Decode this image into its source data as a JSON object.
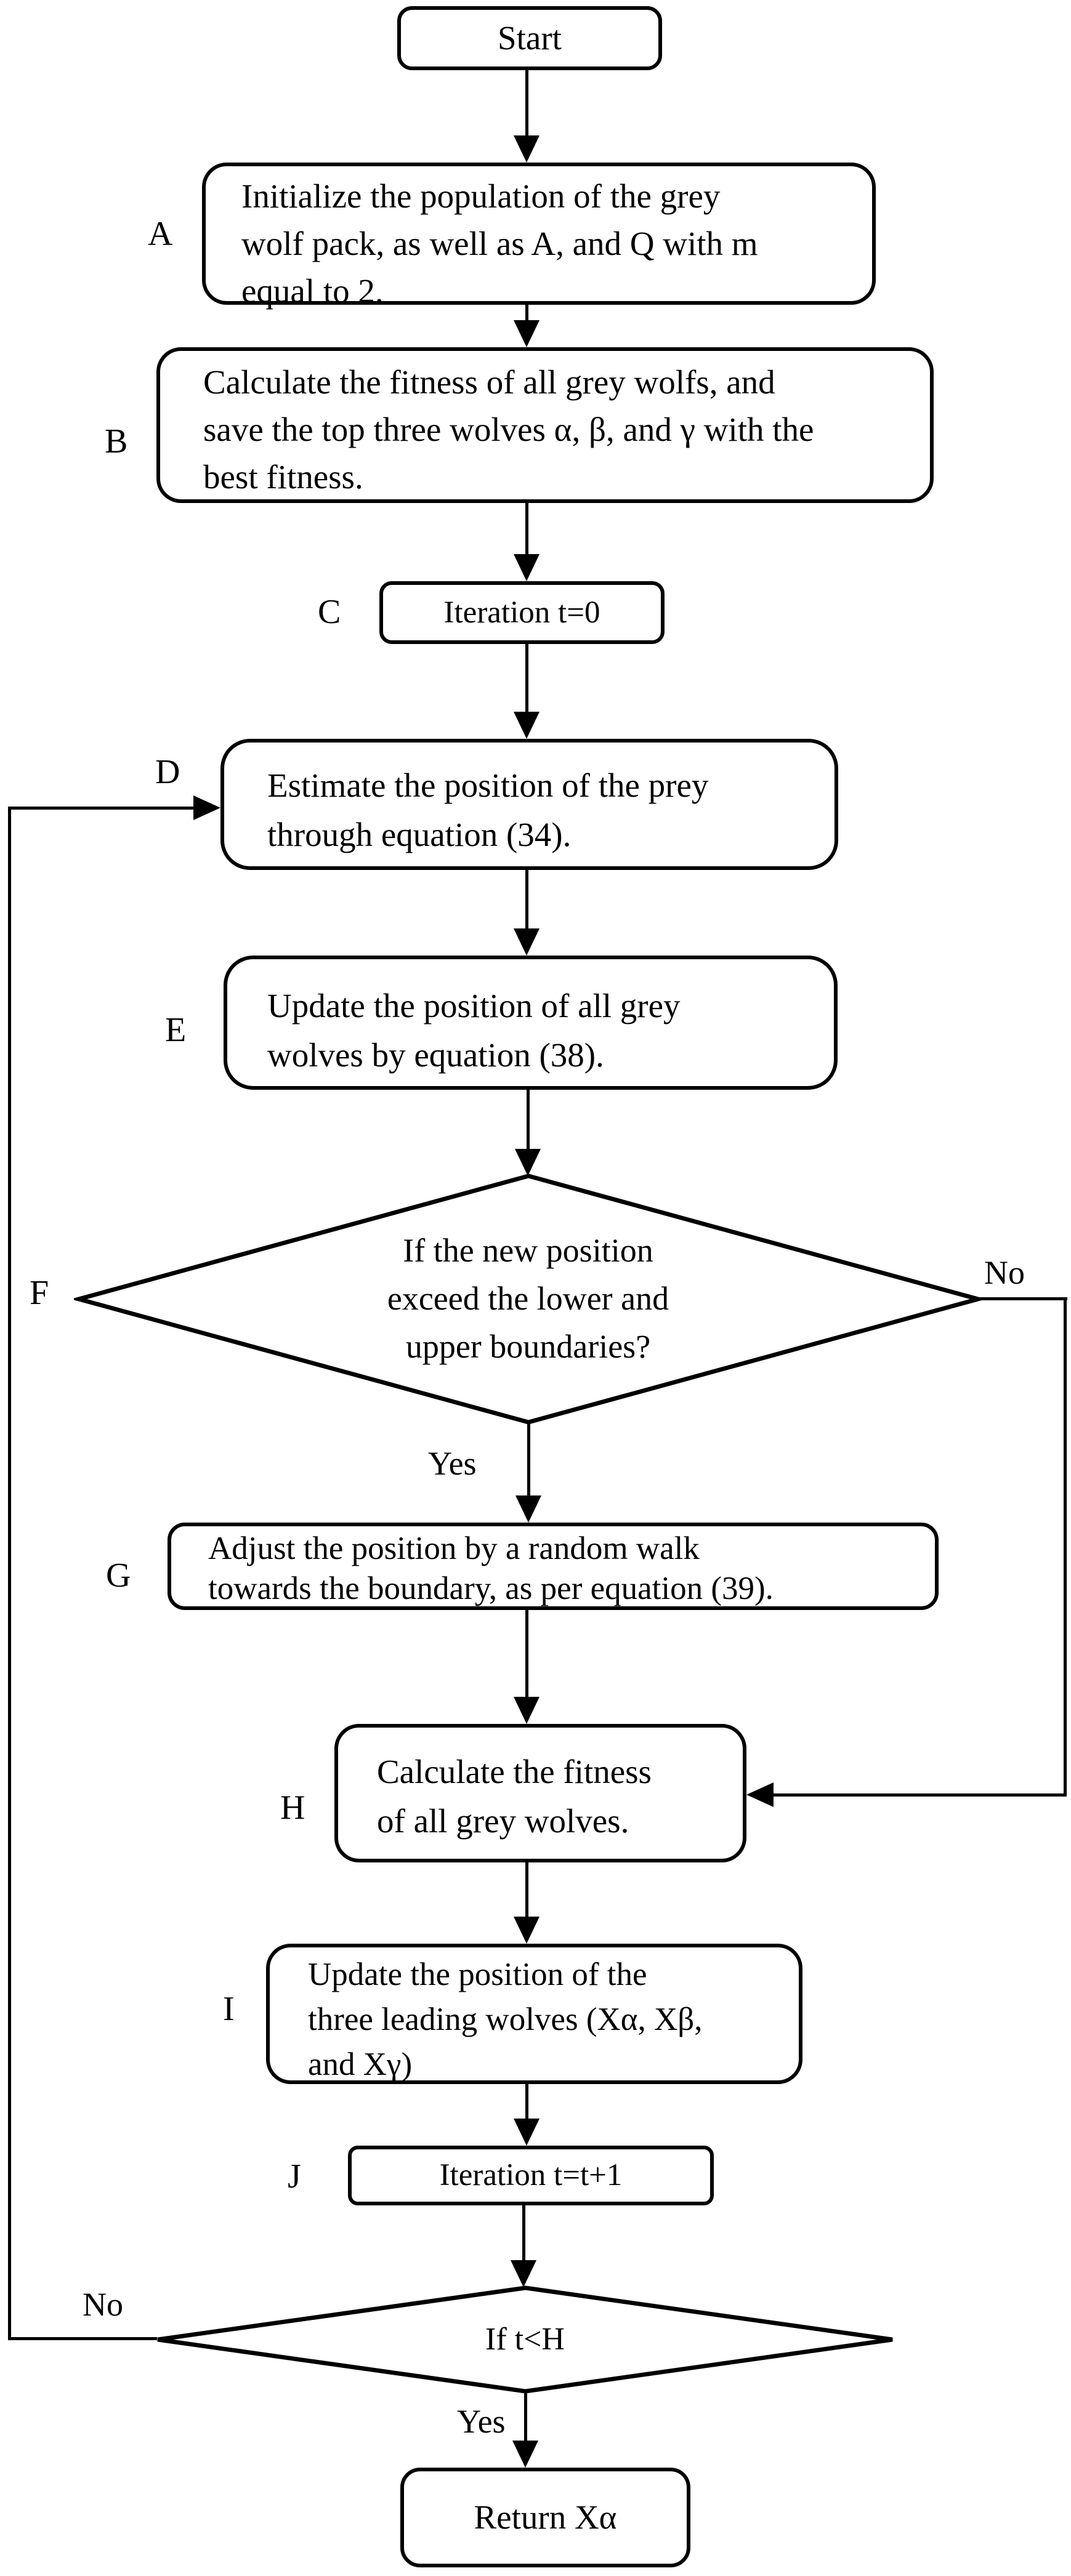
{
  "diagram": {
    "type": "flowchart",
    "algorithm": "Grey wolf optimization loop"
  },
  "nodes": {
    "start": {
      "text": "Start"
    },
    "A": {
      "letter": "A",
      "text": "Initialize the population of the grey\nwolf pack, as well as A, and Q with m\nequal to 2."
    },
    "B": {
      "letter": "B",
      "text": "Calculate the fitness of all grey wolfs, and\nsave the top three wolves α, β, and γ with the\nbest fitness."
    },
    "C": {
      "letter": "C",
      "text": "Iteration t=0"
    },
    "D": {
      "letter": "D",
      "text": "Estimate the position of the prey\nthrough equation (34)."
    },
    "E": {
      "letter": "E",
      "text": "Update the position of all grey\nwolves by equation (38)."
    },
    "F": {
      "letter": "F",
      "text": "If the new position\nexceed the lower and\nupper boundaries?"
    },
    "G": {
      "letter": "G",
      "text": "Adjust the position by a random walk\ntowards the boundary, as per equation (39)."
    },
    "H": {
      "letter": "H",
      "text": "Calculate the fitness\nof all grey wolves."
    },
    "I": {
      "letter": "I",
      "text": "Update the position of the\nthree leading wolves (Xα, Xβ,\nand Xγ)"
    },
    "J": {
      "letter": "J",
      "text": "Iteration t=t+1"
    },
    "K": {
      "text": "If t<H"
    },
    "return": {
      "text": "Return Xα"
    }
  },
  "edge_labels": {
    "f_yes": "Yes",
    "f_no": "No",
    "k_yes": "Yes",
    "k_no": "No"
  },
  "colors": {
    "stroke": "#000000",
    "fill": "#ffffff",
    "background": "#ffffff"
  }
}
